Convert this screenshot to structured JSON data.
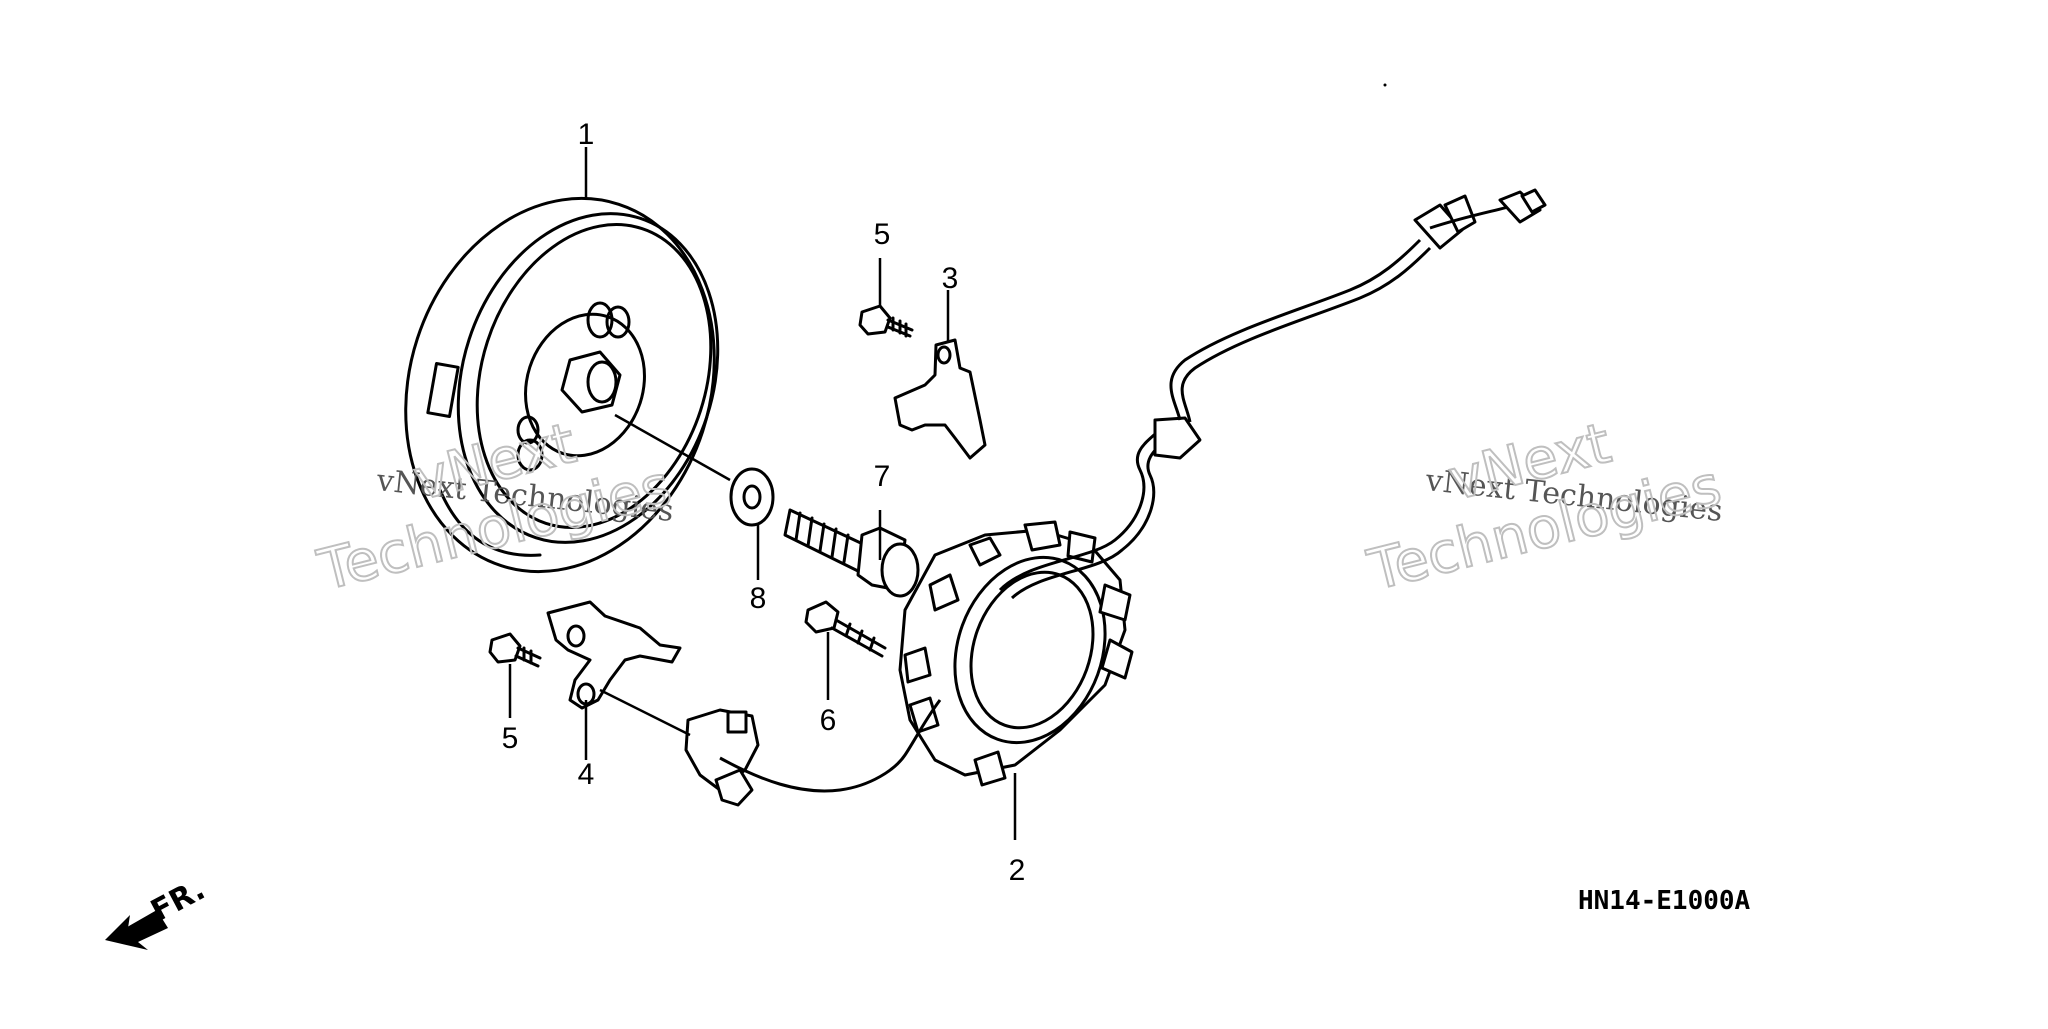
{
  "diagram": {
    "callouts": [
      "1",
      "2",
      "3",
      "4",
      "5",
      "5",
      "6",
      "7",
      "8"
    ],
    "drawing_code": "HN14-E1000A",
    "front_marker": "FR.",
    "watermark": {
      "line": "vNext Technologies",
      "big_top": "vNext",
      "big_bottom": "Technologies"
    }
  }
}
